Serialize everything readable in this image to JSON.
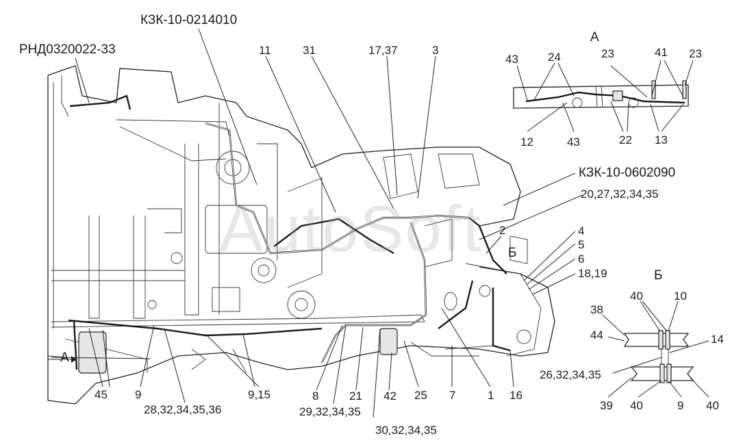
{
  "watermark": "AutoSoft",
  "colors": {
    "line": "#1f1f1f",
    "fill": "#e6e6e6",
    "background": "#ffffff"
  },
  "part_codes": {
    "kzk_top": "КЗК-10-0214010",
    "rnd": "РНД0320022-33",
    "kzk_right": "КЗК-10-0602090"
  },
  "views": {
    "a_view": "А",
    "b_view": "Б",
    "a_marker": "А",
    "b_marker": "Б"
  },
  "main_callouts": {
    "c11": "11",
    "c31": "31",
    "c17_37": "17,37",
    "c3": "3",
    "c20_27": "20,27,32,34,35",
    "c2": "2",
    "c4": "4",
    "c5": "5",
    "c6": "6",
    "c18_19": "18,19",
    "c45": "45",
    "c9a": "9",
    "c28": "28,32,34,35,36",
    "c9_15": "9,15",
    "c8": "8",
    "c29": "29,32,34,35",
    "c21": "21",
    "c42": "42",
    "c30": "30,32,34,35",
    "c25": "25",
    "c7": "7",
    "c1": "1",
    "c16": "16"
  },
  "view_a_callouts": {
    "c43a": "43",
    "c24": "24",
    "c23a": "23",
    "c41": "41",
    "c23b": "23",
    "c12": "12",
    "c43b": "43",
    "c22": "22",
    "c13": "13"
  },
  "view_b_callouts": {
    "c40a": "40",
    "c10": "10",
    "c38": "38",
    "c44": "44",
    "c14": "14",
    "c26": "26,32,34,35",
    "c39": "39",
    "c40b": "40",
    "c9b": "9",
    "c40c": "40"
  }
}
